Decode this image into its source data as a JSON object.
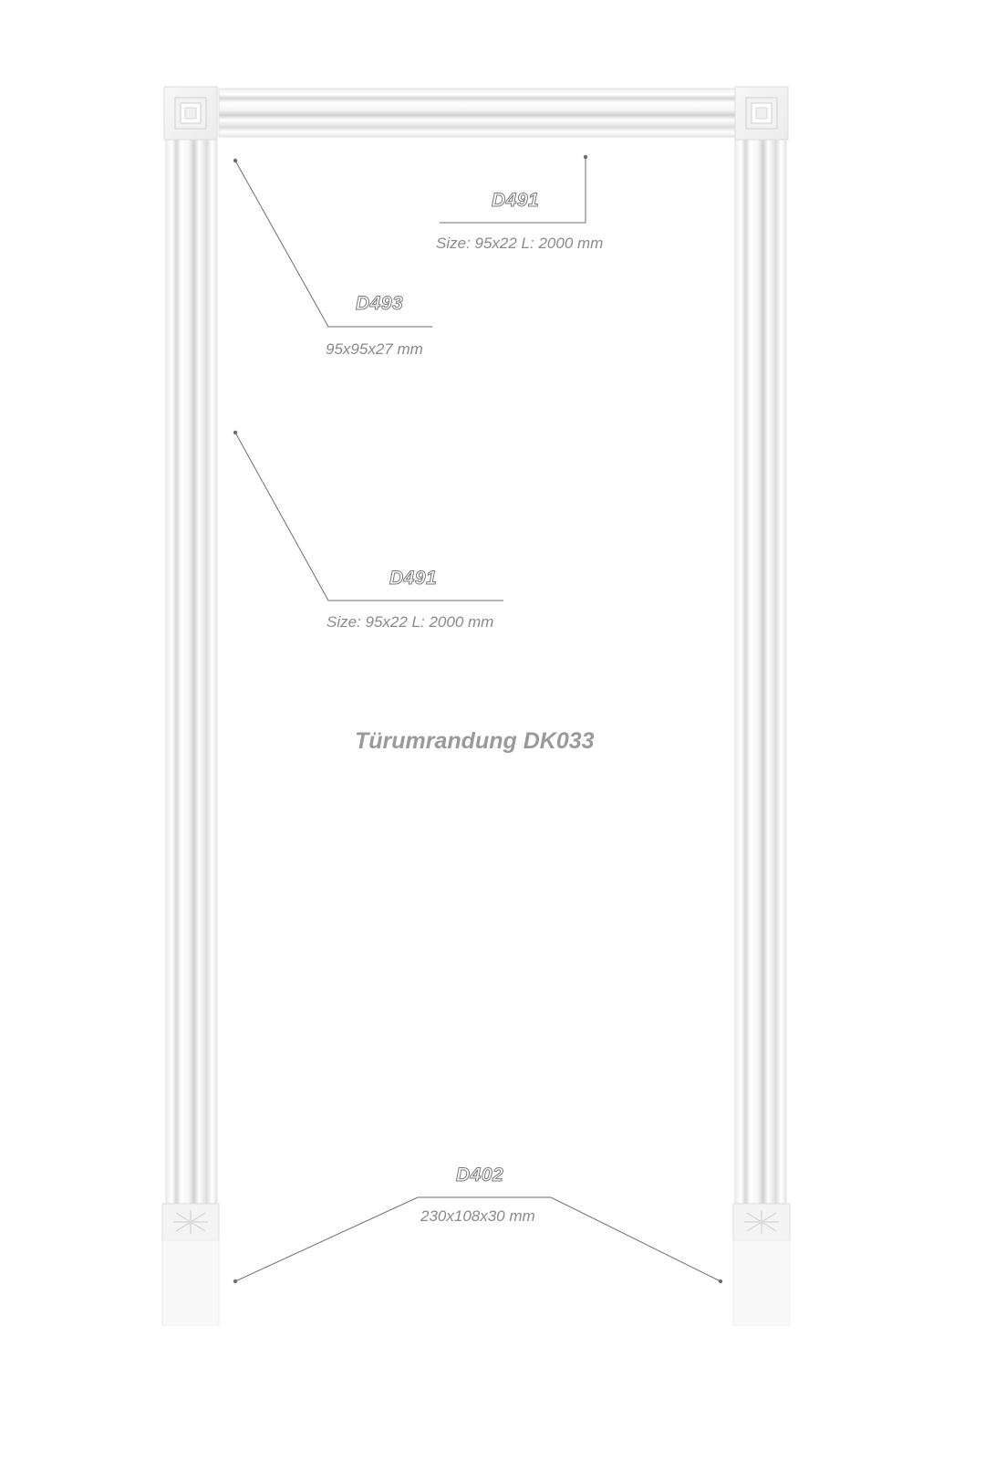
{
  "title": "Türumrandung DK033",
  "callouts": {
    "top_casing": {
      "code": "D491",
      "size": "Size: 95x22  L: 2000 mm"
    },
    "corner_block": {
      "code": "D493",
      "size": "95x95x27 mm"
    },
    "side_casing": {
      "code": "D491",
      "size": "Size: 95x22  L: 2000 mm"
    },
    "plinth_block": {
      "code": "D402",
      "size": "230x108x30 mm"
    }
  },
  "colors": {
    "leader_line": "#6e6e6e",
    "molding_light": "#ffffff",
    "molding_shade": "#d9d9d9",
    "label_outline": "#7a7a7a"
  }
}
